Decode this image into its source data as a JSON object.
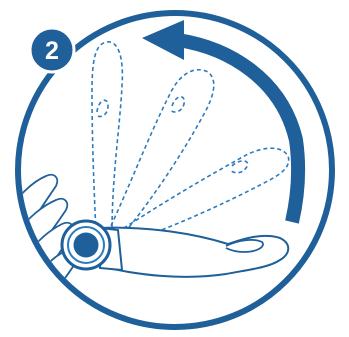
{
  "step_badge": {
    "number": "2"
  },
  "colors": {
    "primary": "#1f5f9a",
    "secondary": "#2b7bbf",
    "background": "#ffffff"
  },
  "icons": {
    "rotation_arrow": "curved-arrow-counterclockwise",
    "pivot": "pivot-button",
    "hand": "hand-outline"
  }
}
